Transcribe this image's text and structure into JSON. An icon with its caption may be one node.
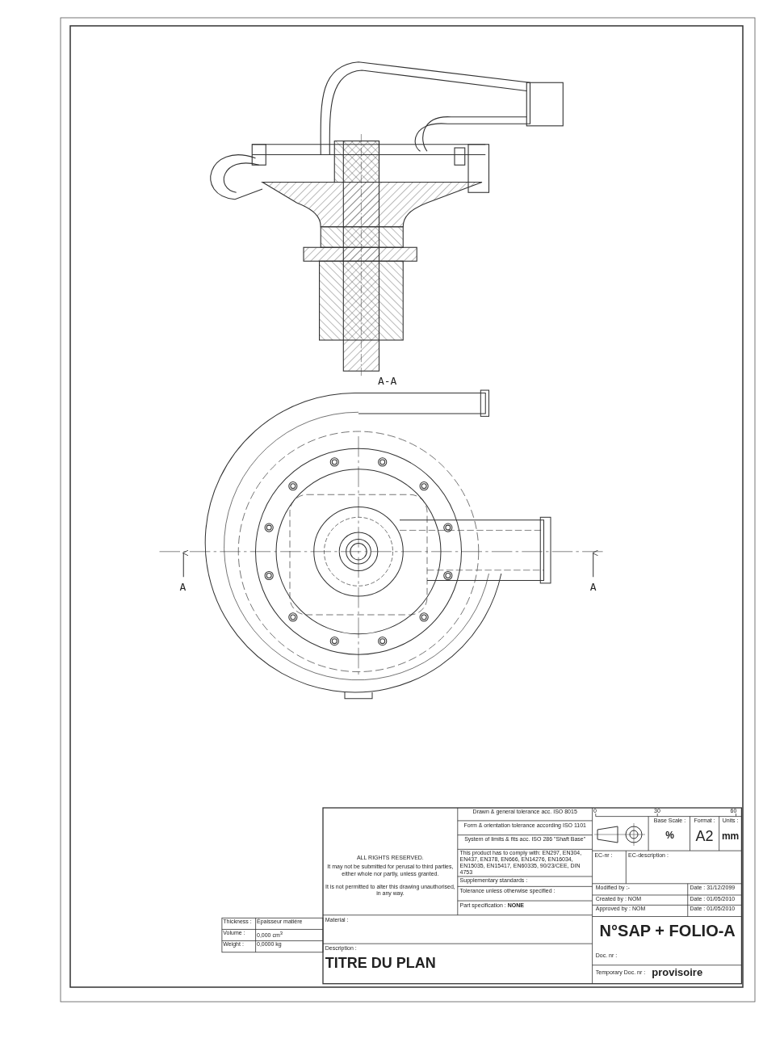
{
  "diagram": {
    "labels": [
      "A-A",
      "A",
      "A",
      "ALL RIGHTS RESERVED.",
      "It may not be submitted for perusal to third parties, either whole nor partly, unless granted.",
      "It is not permitted to alter this drawing unauthorised, in any way.",
      "Drawn & general tolerance acc. ISO 8015",
      "Form & orientation tolerance according ISO 1101",
      "System of limits & fits acc. ISO 286 \"Shaft Base\"",
      "This product has to comply with: EN297, EN304, EN437, EN378, EN666, EN14276, EN16034, EN15035, EN15417, EN60335, 90/23/CEE, DIN 4753",
      "Supplementary standards :",
      "Tolerance unless otherwise specified :",
      "Part specification : **NONE**",
      "0",
      "30",
      "60",
      "Base Scale :",
      "%",
      "Format :",
      "A2",
      "Units :",
      "mm",
      "EC-nr :",
      "EC-description :",
      "Modified by :-",
      "Date : 31/12/2099",
      "Created by : NOM",
      "Date : 01/05/2010",
      "Approved by : NOM",
      "Date : 01/05/2010",
      "Thickness :",
      "Épaisseur matière",
      "Volume :",
      "0,000 cm$^{3}$",
      "Weight :",
      "0,0000 kg",
      "Material :",
      "Description :",
      "TITRE DU PLAN",
      "N°SAP + FOLIO-A",
      "Doc. nr :",
      "Temporary Doc. nr :",
      "provisoire"
    ]
  }
}
